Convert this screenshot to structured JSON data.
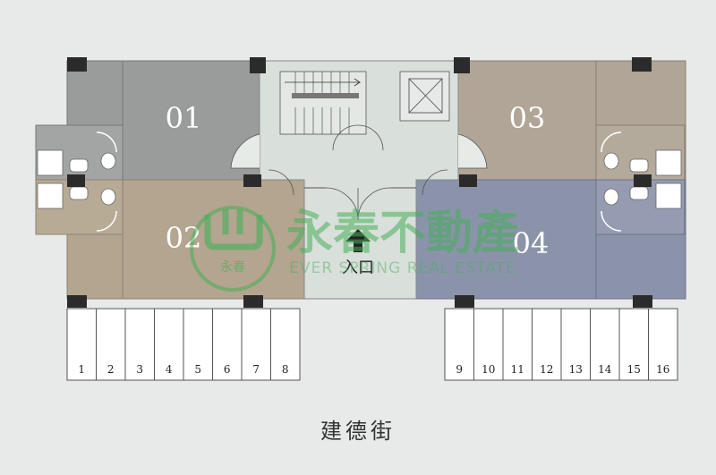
{
  "units": [
    {
      "id": "u01",
      "label": "01",
      "color": "#9a9b9b"
    },
    {
      "id": "u02",
      "label": "02",
      "color": "#b3a58f"
    },
    {
      "id": "u03",
      "label": "03",
      "color": "#b0a596"
    },
    {
      "id": "u04",
      "label": "04",
      "color": "#8b93ab"
    }
  ],
  "entrance_label": "入口",
  "street_name": "建德街",
  "parking_left": [
    "1",
    "2",
    "3",
    "4",
    "5",
    "6",
    "7",
    "8"
  ],
  "parking_right": [
    "9",
    "10",
    "11",
    "12",
    "13",
    "14",
    "15",
    "16"
  ],
  "watermark": {
    "brand_cn": "永春不動產",
    "brand_small": "永春",
    "brand_en": "EVER SPRING REAL ESTATE"
  }
}
